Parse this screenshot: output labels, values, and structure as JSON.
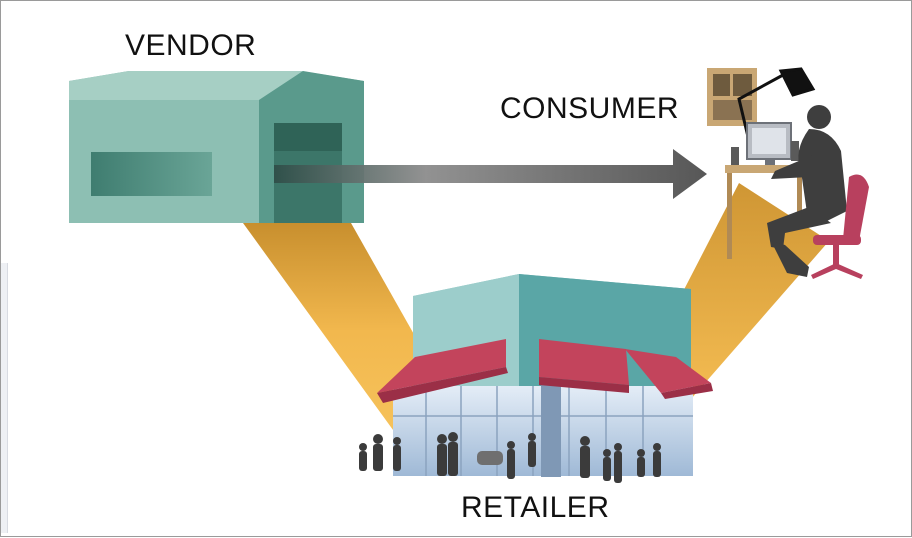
{
  "labels": {
    "vendor": "VENDOR",
    "consumer": "CONSUMER",
    "retailer": "RETAILER"
  },
  "colors": {
    "building_front": "#5c9e92",
    "building_side": "#4a8378",
    "beam": "#f0b44c",
    "arrow": "#555555",
    "awning": "#c3445c",
    "store_wall": "#5aa6a6",
    "silhouette": "#3b3b3b",
    "chair": "#b8405e"
  },
  "icons": [
    "warehouse-icon",
    "storefront-icon",
    "desk-lamp-icon",
    "computer-monitor-icon",
    "office-chair-icon",
    "person-silhouette-icon"
  ]
}
